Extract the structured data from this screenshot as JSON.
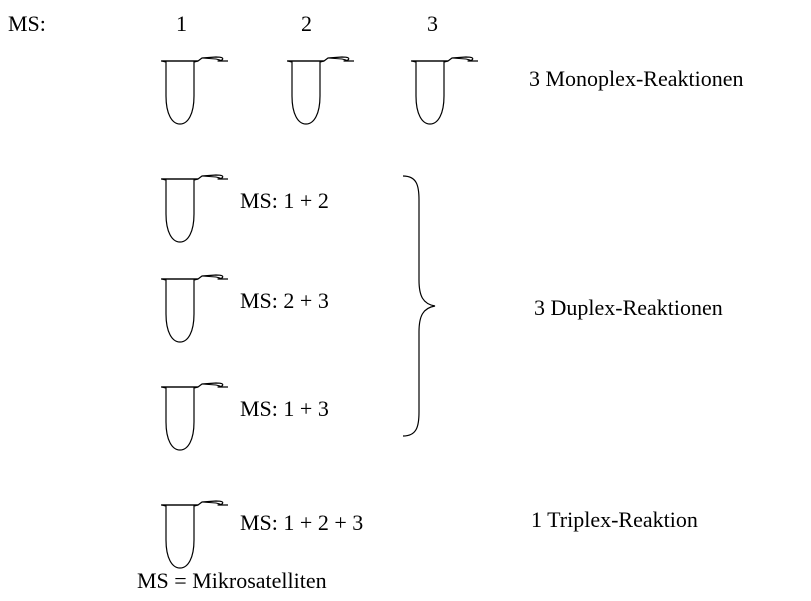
{
  "header": {
    "ms_label": "MS:",
    "column_numbers": [
      "1",
      "2",
      "3"
    ]
  },
  "groups": {
    "monoplex_label": "3 Monoplex-Reaktionen",
    "duplex_label": "3 Duplex-Reaktionen",
    "triplex_label": "1 Triplex-Reaktion"
  },
  "duplex_reactions": [
    "MS: 1 + 2",
    "MS: 2 + 3",
    "MS: 1 + 3"
  ],
  "triplex_reaction": "MS: 1 + 2 + 3",
  "legend": "MS = Mikrosatelliten",
  "colors": {
    "stroke": "#000000",
    "background": "#ffffff"
  },
  "icons": {
    "tube": "pcr-tube-icon",
    "brace": "right-curly-brace"
  }
}
